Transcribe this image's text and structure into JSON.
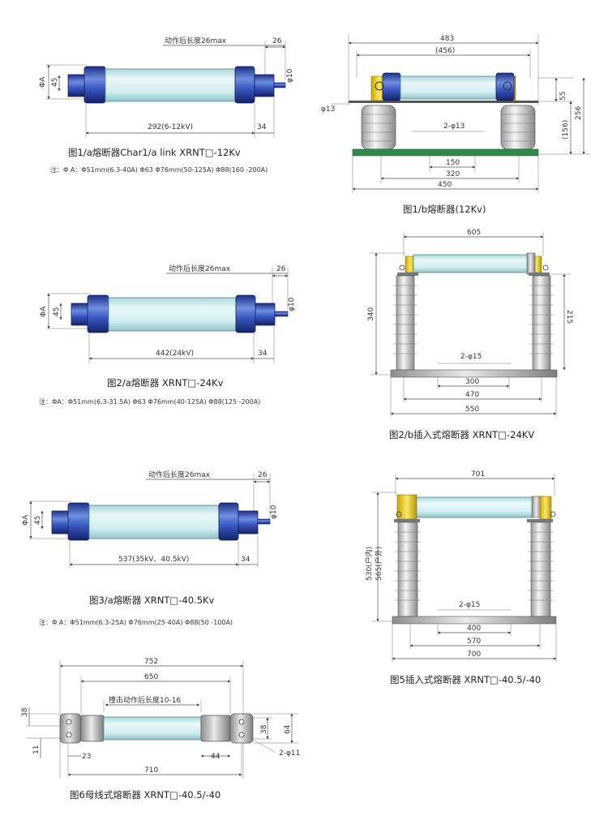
{
  "fig1a": {
    "after_length": "动作后长度26max",
    "d26": "26",
    "phi_a": "ΦA",
    "d45": "45",
    "phi10": "φ10",
    "length": "292(6-12kV)",
    "d34": "34",
    "caption": "图1/a熔断器Char1/a link  XRNT□-12Kv",
    "note": "注：Φ A：Φ51mm(6.3-40A)  Φ63  Φ76mm(50-125A)  Φ88(160 -200A)"
  },
  "fig1b": {
    "d483": "483",
    "d456": "(456)",
    "phi13": "φ13",
    "d55": "55",
    "d256": "256",
    "d156": "(156)",
    "holes": "2-φ13",
    "d150": "150",
    "d320": "320",
    "d450": "450",
    "caption": "图1/b熔断器(12Kv)"
  },
  "fig2a": {
    "after_length": "动作后长度26max",
    "d26": "26",
    "phi_a": "ΦA",
    "d45": "45",
    "phi10": "φ10",
    "length": "442(24kV)",
    "d34": "34",
    "caption": "图2/a熔断器 XRNT□-24Kv",
    "note": "注：ΦA：Φ51mm(6.3-31.5A)  Φ63  Φ76mm(40-125A)  Φ88(125 -200A)"
  },
  "fig2b": {
    "d605": "605",
    "d340": "340",
    "d215": "215",
    "holes": "2-φ15",
    "d300": "300",
    "d470": "470",
    "d550": "550",
    "caption": "图2/b插入式熔断器 XRNT□-24KV"
  },
  "fig3a": {
    "after_length": "动作后长度26max",
    "d26": "26",
    "phi_a": "ΦA",
    "d45": "45",
    "phi10": "φ10",
    "length": "537(35kV、40.5kV)",
    "d34": "34",
    "caption": "图3/a熔断器 XRNT□-40.5Kv",
    "note": "注：Φ A：Φ51mm(6.3-25A)  Φ76mm(25-40A)  Φ88(50 -100A)"
  },
  "fig5": {
    "d701": "701",
    "d530": "530(户内)",
    "d565": "565(户外)",
    "holes": "2-φ15",
    "d400": "400",
    "d570": "570",
    "d700": "700",
    "caption": "图5插入式熔断器 XRNT□-40.5/-40"
  },
  "fig6": {
    "d752": "752",
    "d650": "650",
    "strike": "撞击动作后长度10-16",
    "d38a": "38",
    "d38b": "38",
    "d64": "64",
    "d11": "11",
    "d23": "23",
    "d44": "44",
    "holes": "2-φ11",
    "d710": "710",
    "caption": "图6母线式熔断器 XRNT□-40.5/-40"
  },
  "colors": {
    "cap_blue": "#3049a8",
    "tube": "#d4ecee",
    "yellow": "#f2d21a",
    "green": "#2f8a4a",
    "insulator": "#e0e0e0"
  }
}
